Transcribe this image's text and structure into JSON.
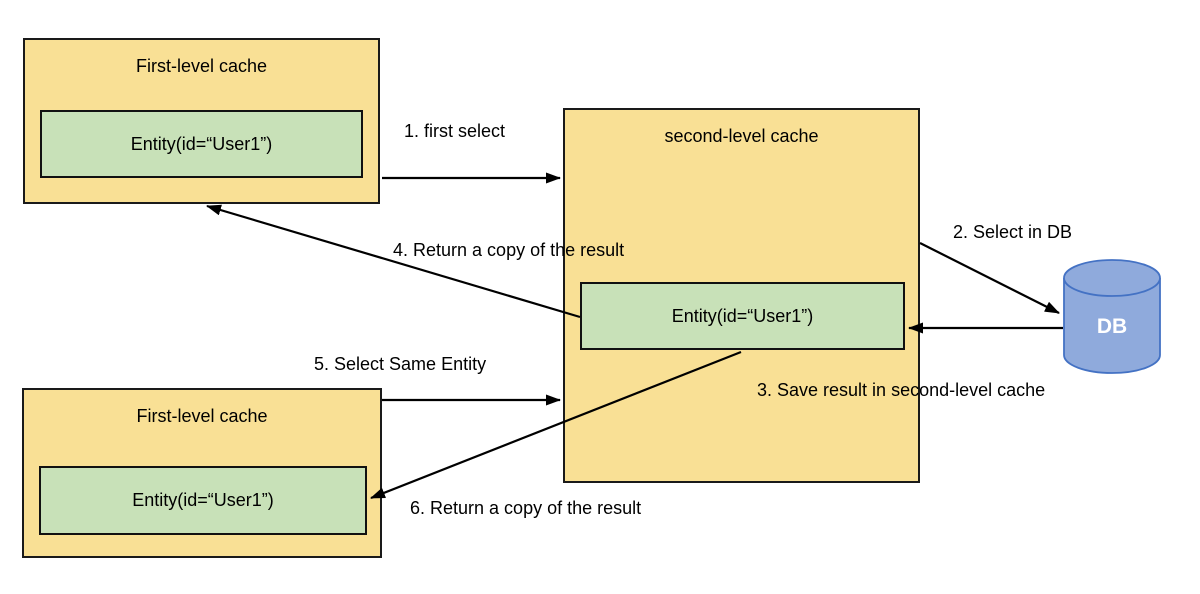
{
  "colors": {
    "cache_fill": "#F9E095",
    "cache_border": "#1a1a1a",
    "entity_fill": "#C8E1B8",
    "entity_border": "#111111",
    "db_fill": "#8FAADC",
    "db_border": "#4472C4",
    "db_text_color": "#FFFFFF",
    "arrow_color": "#000000",
    "label_color": "#000000"
  },
  "nodes": {
    "first_level_top": {
      "title": "First-level cache",
      "entity": "Entity(id=“User1”)"
    },
    "second_level": {
      "title": "second-level cache",
      "entity": "Entity(id=“User1”)"
    },
    "first_level_bottom": {
      "title": "First-level cache",
      "entity": "Entity(id=“User1”)"
    },
    "database": {
      "label": "DB"
    }
  },
  "steps": [
    {
      "label": "1. first select",
      "from": "first-level-cache-top",
      "to": "second-level-cache"
    },
    {
      "label": "2. Select in DB",
      "from": "second-level-cache",
      "to": "db"
    },
    {
      "label": "3. Save result in second-level cache",
      "from": "db",
      "to": "second-level-cache-entity"
    },
    {
      "label": "4. Return a copy of the result",
      "from": "second-level-cache-entity",
      "to": "first-level-cache-top"
    },
    {
      "label": "5. Select Same Entity",
      "from": "first-level-cache-bottom",
      "to": "second-level-cache"
    },
    {
      "label": "6. Return a copy of the result",
      "from": "second-level-cache-entity",
      "to": "first-level-cache-bottom-entity"
    }
  ]
}
